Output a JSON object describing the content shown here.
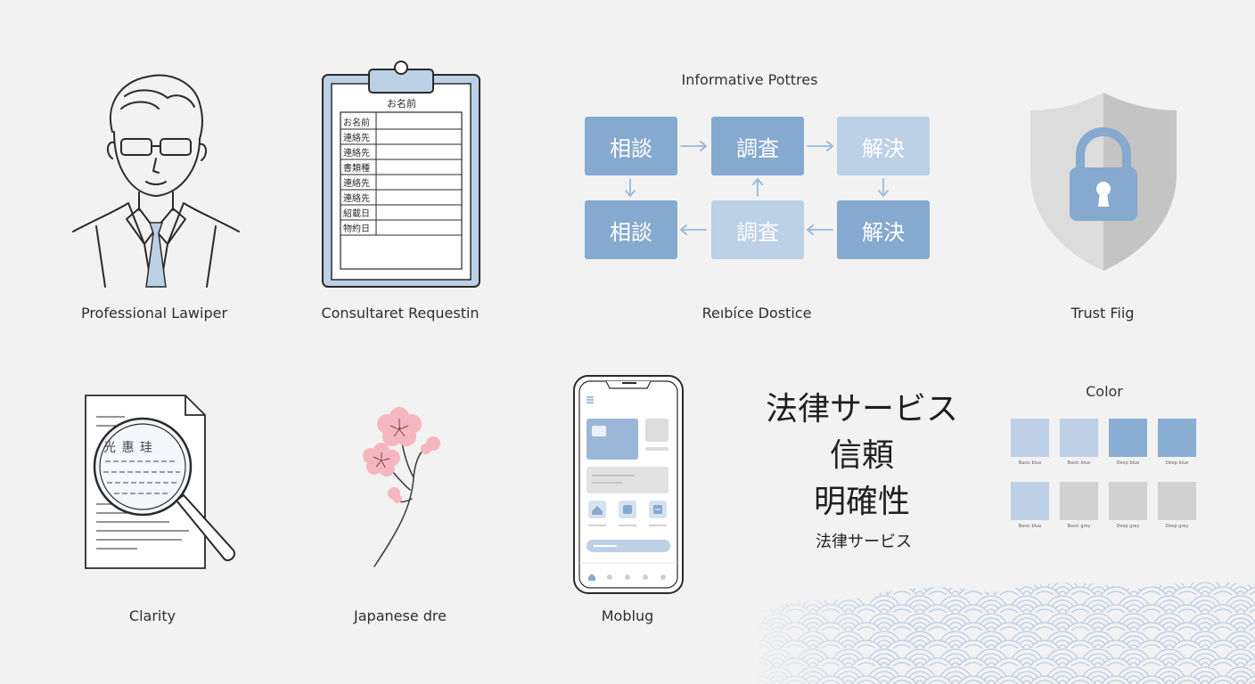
{
  "captions": {
    "lawyer": "Professional Lawiper",
    "consult": "Consultaret Requestin",
    "process": "Reıbı́ce Dostice",
    "trust": "Trust Fiig",
    "clarity": "Clarity",
    "japanese": "Japanese dre",
    "mobile": "Moblug"
  },
  "clipboard": {
    "title": "お名前",
    "rows": [
      "お名前",
      "連絡先",
      "連絡先",
      "書類種",
      "連絡先",
      "連絡先",
      "紹載日",
      "物約日"
    ]
  },
  "flow": {
    "title": "Informative Pottres",
    "top": [
      "相談",
      "調査",
      "解決"
    ],
    "bottom": [
      "相談",
      "調査",
      "解決"
    ]
  },
  "doc_stamp": "光 惠 珪",
  "jp_text": {
    "line1": "法律サービス",
    "line2": "信頼",
    "line3": "明確性",
    "line4": "法律サービス"
  },
  "palette": {
    "title": "Color",
    "colors_row1": [
      "#bdd0e6",
      "#bdd0e6",
      "#8aaed3",
      "#8aaed3"
    ],
    "colors_row2": [
      "#bdd0e6",
      "#d1d1d1",
      "#d1d1d1",
      "#d1d1d1"
    ],
    "labels_row1": [
      "Basic blue",
      "Basic blue",
      "Deep blue",
      "Deep blue"
    ],
    "labels_row2": [
      "Basic blue",
      "Basic grey",
      "Deep grey",
      "Deep grey"
    ]
  },
  "colors": {
    "accent": "#86a9cf",
    "accent_light": "#bcd0e6",
    "grey": "#c8c8c8",
    "sakura": "#f4b6bf"
  },
  "icons": [
    "lawyer-portrait-icon",
    "clipboard-icon",
    "shield-lock-icon",
    "magnifier-document-icon",
    "sakura-branch-icon",
    "smartphone-icon",
    "seigaiha-wave-pattern"
  ]
}
